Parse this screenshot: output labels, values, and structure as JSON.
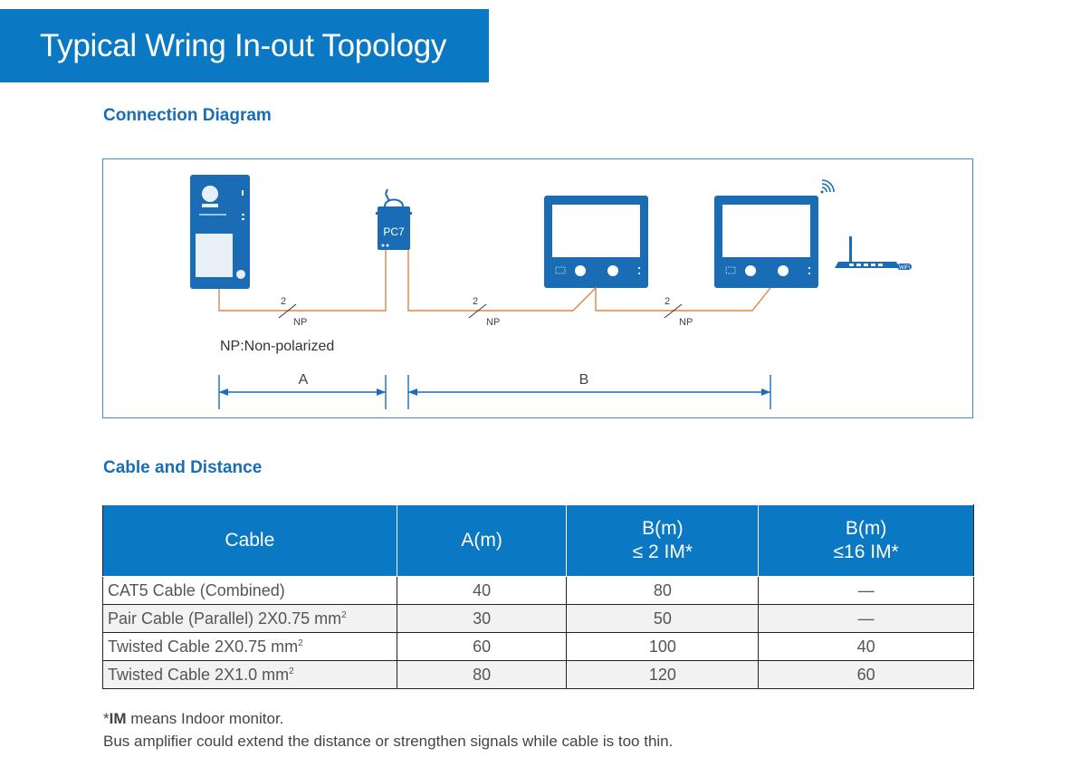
{
  "title": "Typical Wring In-out Topology",
  "connection_heading": "Connection Diagram",
  "diagram": {
    "controller_label": "PC7",
    "wire_count": "2",
    "wire_type": "NP",
    "legend": "NP:Non-polarized",
    "span_a": "A",
    "span_b": "B",
    "router_badge": "WiFi"
  },
  "cable_heading": "Cable and Distance",
  "table": {
    "headers": [
      {
        "line1": "Cable",
        "line2": ""
      },
      {
        "line1": "A(m)",
        "line2": ""
      },
      {
        "line1": "B(m)",
        "line2": "≤ 2 IM*"
      },
      {
        "line1": "B(m)",
        "line2": "≤16 IM*"
      }
    ],
    "rows": [
      {
        "cable": "CAT5 Cable (Combined)",
        "sup": "",
        "a": "40",
        "b2": "80",
        "b16": "—"
      },
      {
        "cable": "Pair Cable (Parallel) 2X0.75 mm",
        "sup": "2",
        "a": "30",
        "b2": "50",
        "b16": "—"
      },
      {
        "cable": "Twisted Cable 2X0.75 mm",
        "sup": "2",
        "a": "60",
        "b2": "100",
        "b16": "40"
      },
      {
        "cable": "Twisted Cable 2X1.0 mm",
        "sup": "2",
        "a": "80",
        "b2": "120",
        "b16": "60"
      }
    ]
  },
  "footnote": {
    "im_prefix": "*",
    "im_bold": "IM",
    "im_rest": " means Indoor monitor.",
    "line2": "Bus amplifier could extend the distance or strengthen signals while cable is too thin."
  },
  "colors": {
    "brand_blue": "#0a78c2",
    "device_blue": "#1a6db5",
    "wire_orange": "#d4894a"
  }
}
